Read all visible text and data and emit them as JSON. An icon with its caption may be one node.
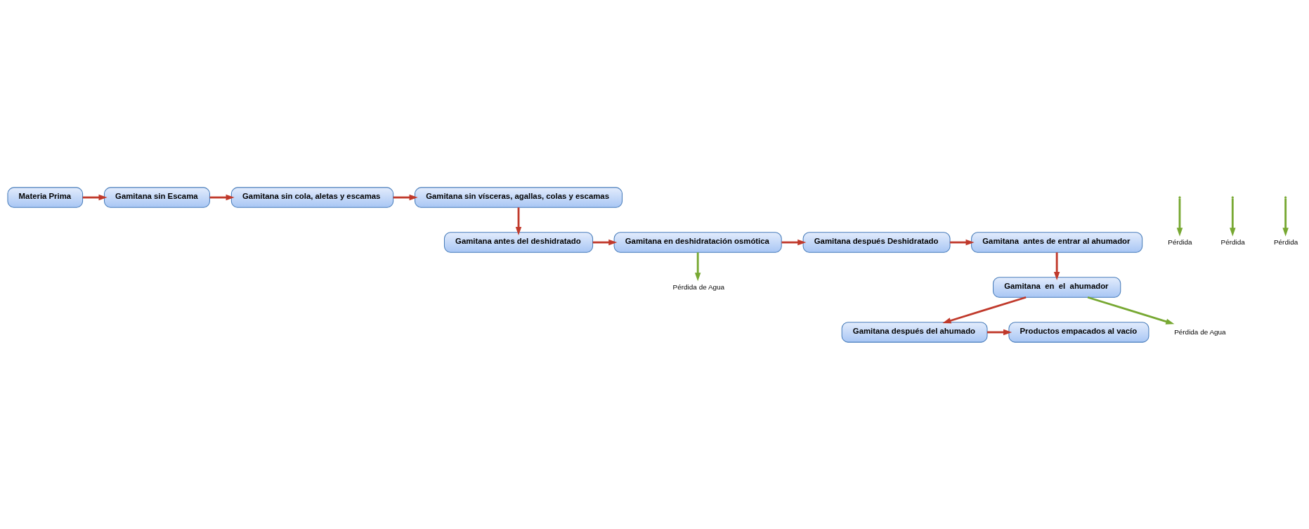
{
  "diagram": {
    "nodes": [
      {
        "text": [
          "Materia Prima"
        ]
      },
      {
        "text": [
          "Gamitana sin Escama"
        ]
      },
      {
        "text": [
          "Gamitana sin cola, aletas y escamas"
        ]
      },
      {
        "text": [
          "Gamitana sin vísceras, agallas, colas y escamas"
        ]
      },
      {
        "text": [
          "Gamitana antes del deshidratado"
        ]
      },
      {
        "text": [
          "Gamitana en deshidratación osmótica"
        ]
      },
      {
        "text": [
          "Gamitana después Deshidratado"
        ]
      },
      {
        "text": [
          "Gamitana  antes de entrar al ahumador"
        ]
      },
      {
        "text": [
          "Gamitana  en  el  ahumador"
        ]
      },
      {
        "text": [
          "Gamitana después del ahumado"
        ]
      },
      {
        "text": [
          "Productos empacados al vacío"
        ]
      },
      {
        "text": [
          "Pérdida"
        ]
      },
      {
        "text": [
          "Pérdida"
        ]
      },
      {
        "text": [
          "Pérdida"
        ]
      },
      {
        "text": [
          "Pérdida de Agua"
        ]
      },
      {
        "text": [
          "Pérdida de Agua"
        ]
      }
    ],
    "edges": [
      {
        "from": 0,
        "to": 1,
        "arrow": "to"
      },
      {
        "from": null,
        "to": 11,
        "arrow": "to",
        "color": "#77a832"
      },
      {
        "from": 1,
        "to": 2,
        "arrow": "to"
      },
      {
        "from": null,
        "to": 12,
        "arrow": "to",
        "color": "#77a832"
      },
      {
        "from": 2,
        "to": 3,
        "arrow": "to"
      },
      {
        "from": null,
        "to": 13,
        "arrow": "to",
        "color": "#77a832"
      },
      {
        "from": 3,
        "to": 4,
        "arrow": "to"
      },
      {
        "from": 4,
        "to": 5,
        "arrow": "to"
      },
      {
        "from": 5,
        "to": 6,
        "arrow": "to"
      },
      {
        "from": 5,
        "to": 14,
        "arrow": "to",
        "color": "#77a832"
      },
      {
        "from": 6,
        "to": 7,
        "arrow": "to"
      },
      {
        "from": 7,
        "to": 8,
        "arrow": "to"
      },
      {
        "from": 8,
        "to": 15,
        "arrow": "to",
        "color": "#77a832"
      },
      {
        "from": 8,
        "to": 9,
        "arrow": "to"
      },
      {
        "from": 9,
        "to": 10,
        "arrow": "to"
      }
    ]
  }
}
